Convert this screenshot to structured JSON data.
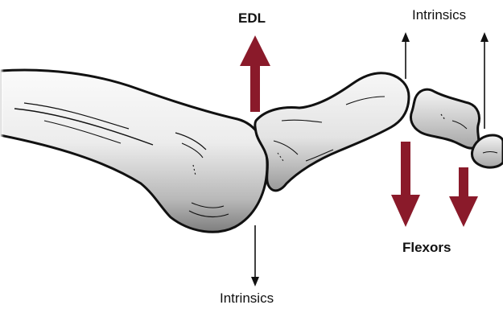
{
  "labels": {
    "edl": "EDL",
    "intrinsics_top": "Intrinsics",
    "intrinsics_bottom": "Intrinsics",
    "flexors": "Flexors"
  },
  "colors": {
    "force_arrow": "#8a1a2a",
    "thin_arrow": "#111111",
    "bone_fill_light": "#f4f4f4",
    "bone_fill_dark": "#8a8a8a",
    "outline": "#111111"
  },
  "icons": {
    "metatarsal": "metatarsal-bone",
    "proximal_phalanx": "proximal-phalanx-bone",
    "middle_phalanx": "middle-phalanx-bone",
    "distal_phalanx": "distal-phalanx-bone"
  }
}
